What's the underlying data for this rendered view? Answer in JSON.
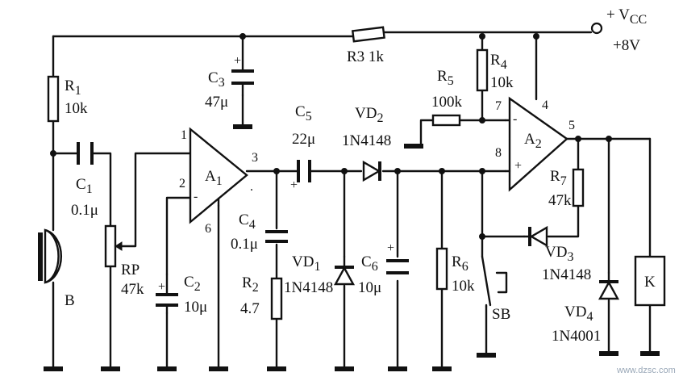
{
  "supply": {
    "label": "+ V",
    "sub": "CC",
    "value": "+8V"
  },
  "components": {
    "R1": {
      "ref": "R",
      "sub": "1",
      "value": "10k"
    },
    "R2": {
      "ref": "R",
      "sub": "2",
      "value": "4.7"
    },
    "R3": {
      "label": "R3 1k"
    },
    "R4": {
      "ref": "R",
      "sub": "4",
      "value": "10k"
    },
    "R5": {
      "ref": "R",
      "sub": "5",
      "value": "100k"
    },
    "R6": {
      "ref": "R",
      "sub": "6",
      "value": "10k"
    },
    "R7": {
      "ref": "R",
      "sub": "7",
      "value": "47k"
    },
    "RP": {
      "ref": "RP",
      "value": "47k"
    },
    "C1": {
      "ref": "C",
      "sub": "1",
      "value": "0.1μ"
    },
    "C2": {
      "ref": "C",
      "sub": "2",
      "value": "10μ"
    },
    "C3": {
      "ref": "C",
      "sub": "3",
      "value": "47μ"
    },
    "C4": {
      "ref": "C",
      "sub": "4",
      "value": "0.1μ"
    },
    "C5": {
      "ref": "C",
      "sub": "5",
      "value": "22μ"
    },
    "C6": {
      "ref": "C",
      "sub": "6",
      "value": "10μ"
    },
    "VD1": {
      "ref": "VD",
      "sub": "1",
      "value": "1N4148"
    },
    "VD2": {
      "ref": "VD",
      "sub": "2",
      "value": "1N4148"
    },
    "VD3": {
      "ref": "VD",
      "sub": "3",
      "value": "1N4148"
    },
    "VD4": {
      "ref": "VD",
      "sub": "4",
      "value": "1N4001"
    },
    "A1": {
      "ref": "A",
      "sub": "1"
    },
    "A2": {
      "ref": "A",
      "sub": "2"
    },
    "B": {
      "ref": "B"
    },
    "SB": {
      "ref": "SB"
    },
    "K": {
      "ref": "K"
    }
  },
  "pins": {
    "a1_in_plus": "1",
    "a1_in_minus": "2",
    "a1_out": "3",
    "a1_gnd": "6",
    "a2_in_minus": "7",
    "a2_in_plus": "8",
    "a2_vcc": "4",
    "a2_out": "5"
  },
  "marks": {
    "minus": "-",
    "plus": "+",
    "dot": "."
  },
  "watermark": "www.dzsc.com"
}
